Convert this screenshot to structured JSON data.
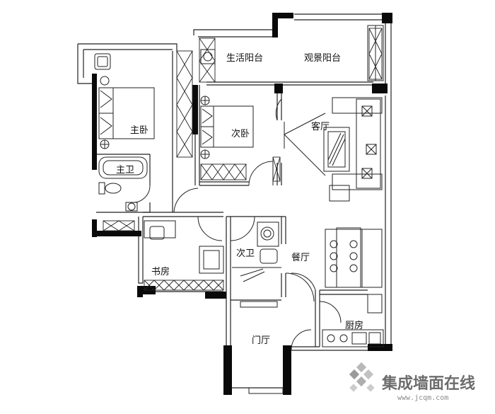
{
  "floor_plan": {
    "rooms": {
      "living_balcony": "生活阳台",
      "view_balcony": "观景阳台",
      "master_bedroom": "主卧",
      "second_bedroom": "次卧",
      "living_room": "客厅",
      "master_bath": "主卫",
      "second_bath": "次卫",
      "dining_room": "餐厅",
      "study": "书房",
      "kitchen": "厨房",
      "foyer": "门厅"
    }
  },
  "watermark": {
    "brand": "集成墙面在线",
    "url": "www.jcqm.com"
  }
}
